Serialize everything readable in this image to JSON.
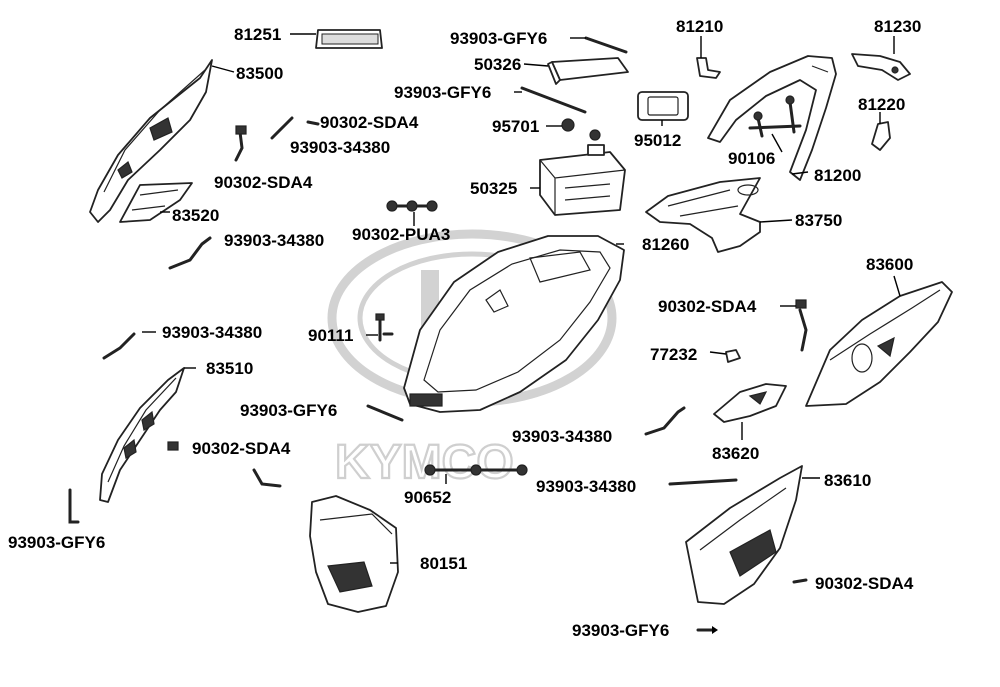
{
  "watermark": {
    "brand": "KYMCO"
  },
  "parts": {
    "p81251": "81251",
    "p93903_gfy6_a": "93903-GFY6",
    "p81210": "81210",
    "p81230": "81230",
    "p83500": "83500",
    "p50326": "50326",
    "p93903_gfy6_b": "93903-GFY6",
    "p90302_sda4_a": "90302-SDA4",
    "p93903_34380_a": "93903-34380",
    "p95701": "95701",
    "p95012": "95012",
    "p81220": "81220",
    "p90302_sda4_b": "90302-SDA4",
    "p90106": "90106",
    "p81200": "81200",
    "p50325": "50325",
    "p83520": "83520",
    "p90302_pua3": "90302-PUA3",
    "p83750": "83750",
    "p93903_34380_b": "93903-34380",
    "p81260": "81260",
    "p83600": "83600",
    "p90302_sda4_c": "90302-SDA4",
    "p93903_34380_c": "93903-34380",
    "p90111": "90111",
    "p77232": "77232",
    "p83510": "83510",
    "p93903_gfy6_c": "93903-GFY6",
    "p93903_34380_d": "93903-34380",
    "p90302_sda4_d": "90302-SDA4",
    "p83620": "83620",
    "p90652": "90652",
    "p93903_34380_e": "93903-34380",
    "p83610": "83610",
    "p93903_gfy6_d": "93903-GFY6",
    "p80151": "80151",
    "p90302_sda4_e": "90302-SDA4",
    "p93903_gfy6_e": "93903-GFY6"
  }
}
